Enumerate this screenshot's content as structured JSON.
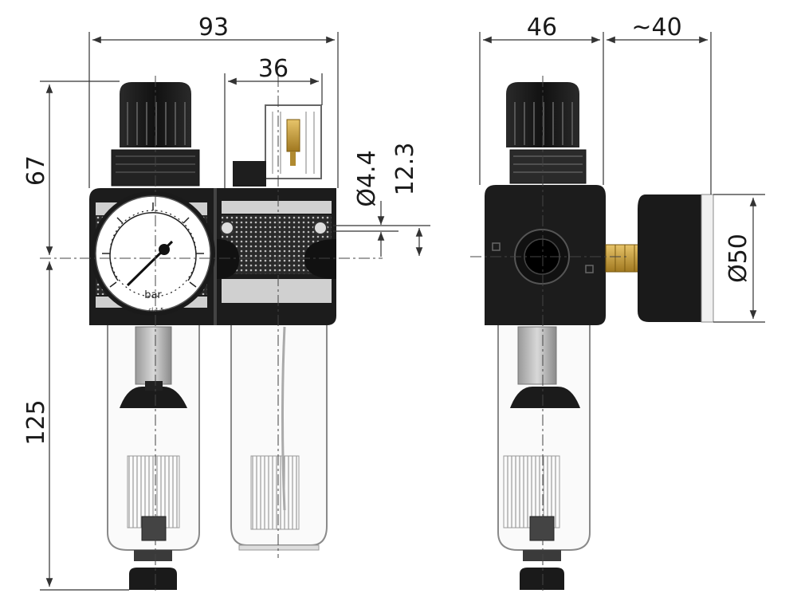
{
  "front_view": {
    "dimensions": {
      "overall_width": "93",
      "lubricator_width": "36",
      "upper_height": "67",
      "lower_height": "125",
      "port_diameter": "Ø4.4",
      "port_offset": "12.3"
    },
    "gauge": {
      "unit": "bar",
      "small_marks": [
        "cl.1.5"
      ]
    }
  },
  "side_view": {
    "dimensions": {
      "body_width": "46",
      "gauge_projection": "~40",
      "gauge_diameter": "Ø50"
    }
  },
  "colors": {
    "body": "#1c1c1c",
    "bowl_outline": "#9a9a9a",
    "dimension_line": "#333333",
    "brass_fitting": "#c8a04a"
  }
}
